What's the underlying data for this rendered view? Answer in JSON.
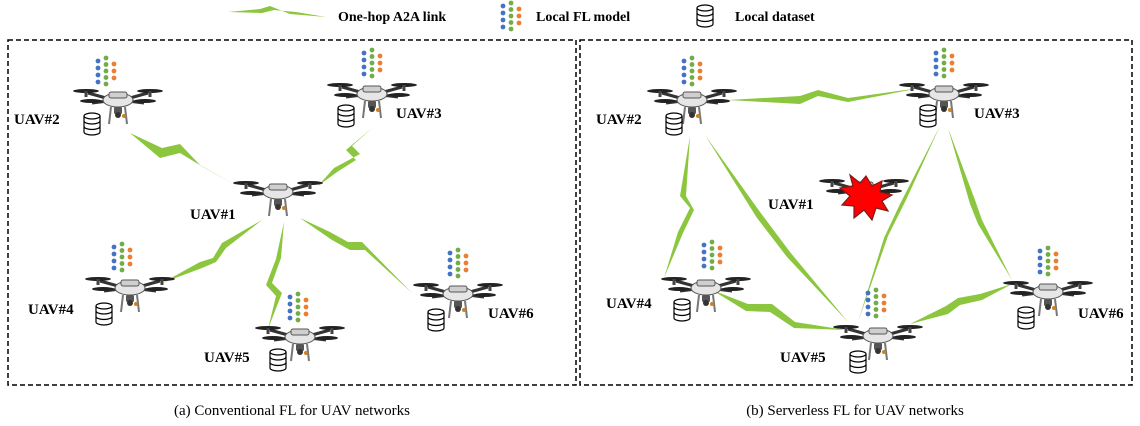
{
  "legend": {
    "link_label": "One-hop A2A link",
    "model_label": "Local FL model",
    "dataset_label": "Local dataset"
  },
  "panel_a": {
    "caption": "(a) Conventional FL for UAV networks",
    "uavs": {
      "uav1": "UAV#1",
      "uav2": "UAV#2",
      "uav3": "UAV#3",
      "uav4": "UAV#4",
      "uav5": "UAV#5",
      "uav6": "UAV#6"
    }
  },
  "panel_b": {
    "caption": "(b) Serverless FL for UAV networks",
    "uavs": {
      "uav1": "UAV#1",
      "uav2": "UAV#2",
      "uav3": "UAV#3",
      "uav4": "UAV#4",
      "uav5": "UAV#5",
      "uav6": "UAV#6"
    }
  },
  "colors": {
    "link": "#8cc63f",
    "model_blue": "#4472c4",
    "model_green": "#70ad47",
    "model_orange": "#ed7d31",
    "failure": "#ff0000"
  }
}
